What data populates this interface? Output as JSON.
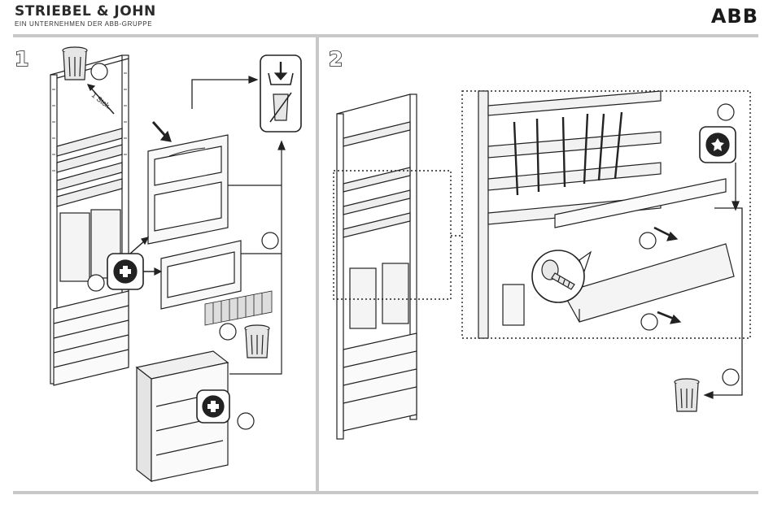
{
  "header": {
    "brand_name": "STRIEBEL & JOHN",
    "brand_tagline": "EIN UNTERNEHMEN DER ABB-GRUPPE",
    "logo": "ABB"
  },
  "steps": [
    {
      "number": "1",
      "rotated_label": "1 Stck."
    },
    {
      "number": "2"
    }
  ],
  "icons": [
    "trash-icon",
    "add-icon",
    "insert-into-box-icon",
    "torx-screw-icon",
    "screw-icon",
    "arrow-icon"
  ],
  "colors": {
    "line": "#222222",
    "rule": "#c8c8c8",
    "background": "#ffffff"
  }
}
